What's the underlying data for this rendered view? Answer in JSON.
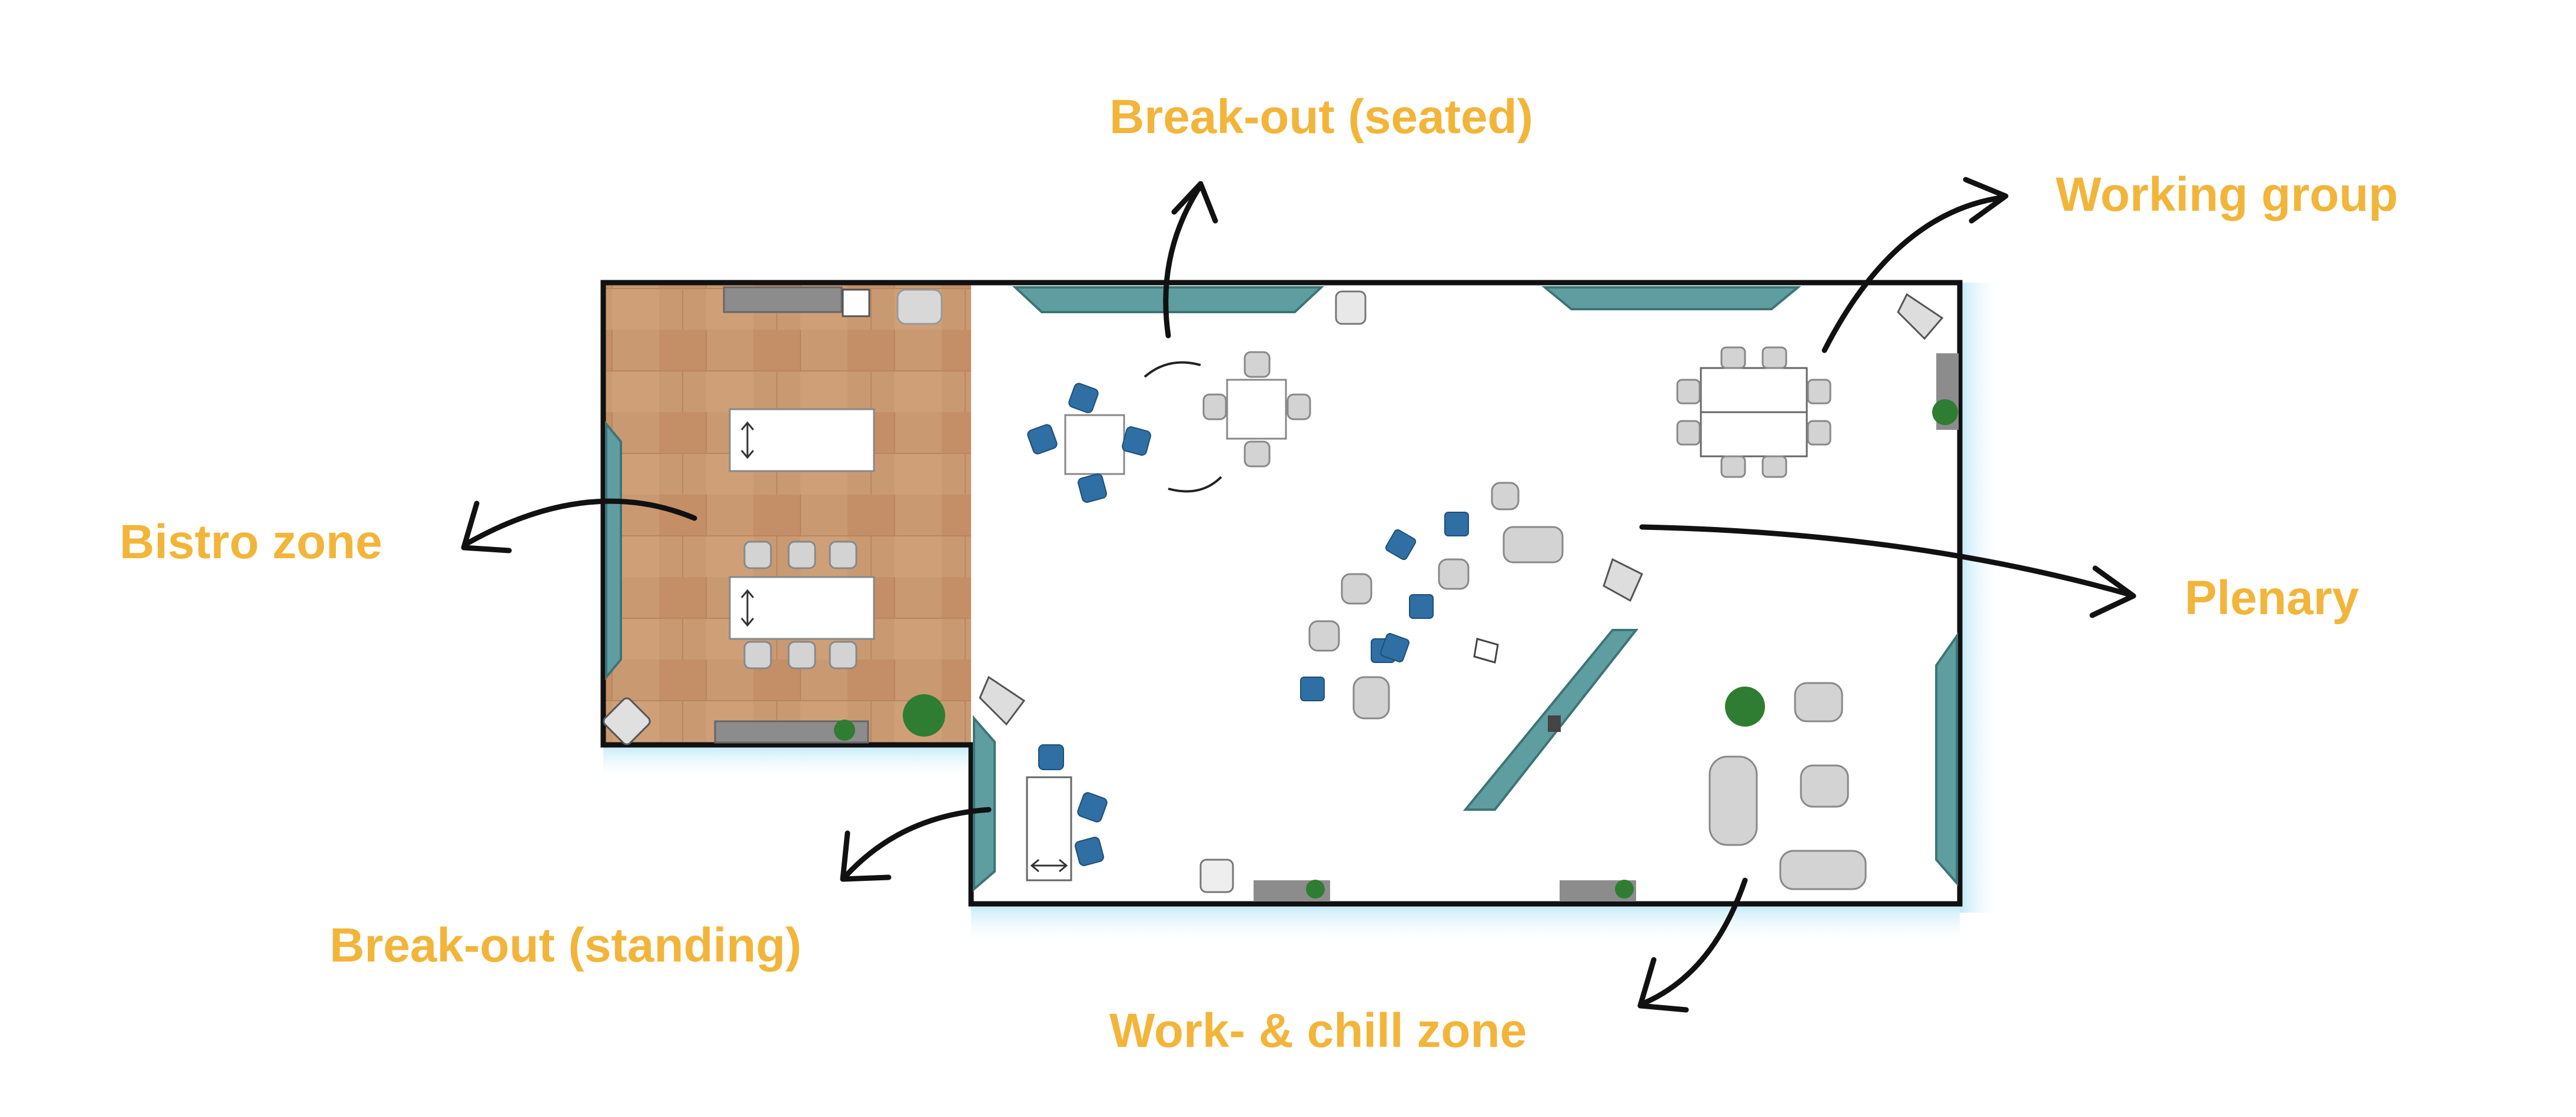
{
  "labels": {
    "breakout_seated": "Break-out (seated)",
    "working_group": "Working group",
    "bistro_zone": "Bistro zone",
    "plenary": "Plenary",
    "breakout_standing": "Break-out (standing)",
    "work_chill_zone": "Work- & chill zone"
  },
  "colors": {
    "label": "#f2b53a",
    "wall": "#111111",
    "wood": "#c9936a",
    "panel": "#5f9ea0",
    "blue_seat": "#2f6fa3",
    "grey_furniture": "#c9c9c9",
    "plant": "#2e7d32",
    "glow": "#cfeefa"
  },
  "icons": [
    "arrow-icon",
    "resize-arrow-icon",
    "plant-icon",
    "chair-icon",
    "sofa-icon",
    "table-icon"
  ]
}
